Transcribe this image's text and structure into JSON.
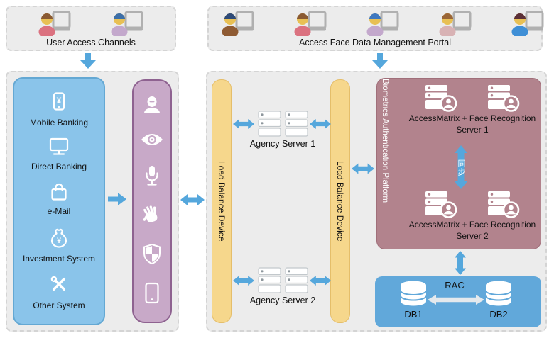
{
  "colors": {
    "arrow_blue": "#55A7DC",
    "container_fill": "#ECECEC",
    "container_border": "#D4D4D4",
    "channel_fill": "#8AC4EA",
    "channel_border": "#64A8D3",
    "modality_fill": "#C8A9C8",
    "modality_border": "#8E6290",
    "balancer_fill": "#F6D78C",
    "balancer_border": "#E5BE6A",
    "platform_fill": "#B2838D",
    "platform_border": "#A06F7A",
    "db_fill": "#61A8DA",
    "rac_arrow": "#E4E9ED",
    "skin": "#E8C054",
    "laptop": "#B0B0B0",
    "server_outline": "#C2C8CC",
    "server_dot": "#8E979D"
  },
  "portals": {
    "left": {
      "label": "User Access Channels",
      "users": [
        {
          "hair": "#8A5A33",
          "body": "#DB7280"
        },
        {
          "hair": "#3D6FA8",
          "body": "#C3A8CC"
        }
      ]
    },
    "right": {
      "label": "Access Face Data Management Portal",
      "users": [
        {
          "hair": "#2E4A77",
          "body": "#8F5B33"
        },
        {
          "hair": "#8A5A33",
          "body": "#DB7280"
        },
        {
          "hair": "#3F78C0",
          "body": "#C3A8CC"
        },
        {
          "hair": "#9A6536",
          "body": "#D8B2B4"
        },
        {
          "hair": "#5C3038",
          "body": "#3F8FD6"
        }
      ]
    }
  },
  "channels": {
    "items": [
      {
        "label": "Mobile Banking"
      },
      {
        "label": "Direct Banking"
      },
      {
        "label": "e-Mail"
      },
      {
        "label": "Investment System"
      },
      {
        "label": "Other System"
      }
    ]
  },
  "load_balancers": {
    "labels": [
      "Load Balance Device",
      "Load Balance Device"
    ]
  },
  "agency": {
    "servers": [
      {
        "label": "Agency Server 1"
      },
      {
        "label": "Agency Server 2"
      }
    ]
  },
  "platform": {
    "title": "Biometrics Authentication Platform",
    "sync_label": "同步",
    "servers": [
      {
        "line1": "AccessMatrix + Face Recognition",
        "line2": "Server 1"
      },
      {
        "line1": "AccessMatrix + Face Recognition",
        "line2": "Server 2"
      }
    ]
  },
  "database": {
    "rac_label": "RAC",
    "db1_label": "DB1",
    "db2_label": "DB2"
  }
}
